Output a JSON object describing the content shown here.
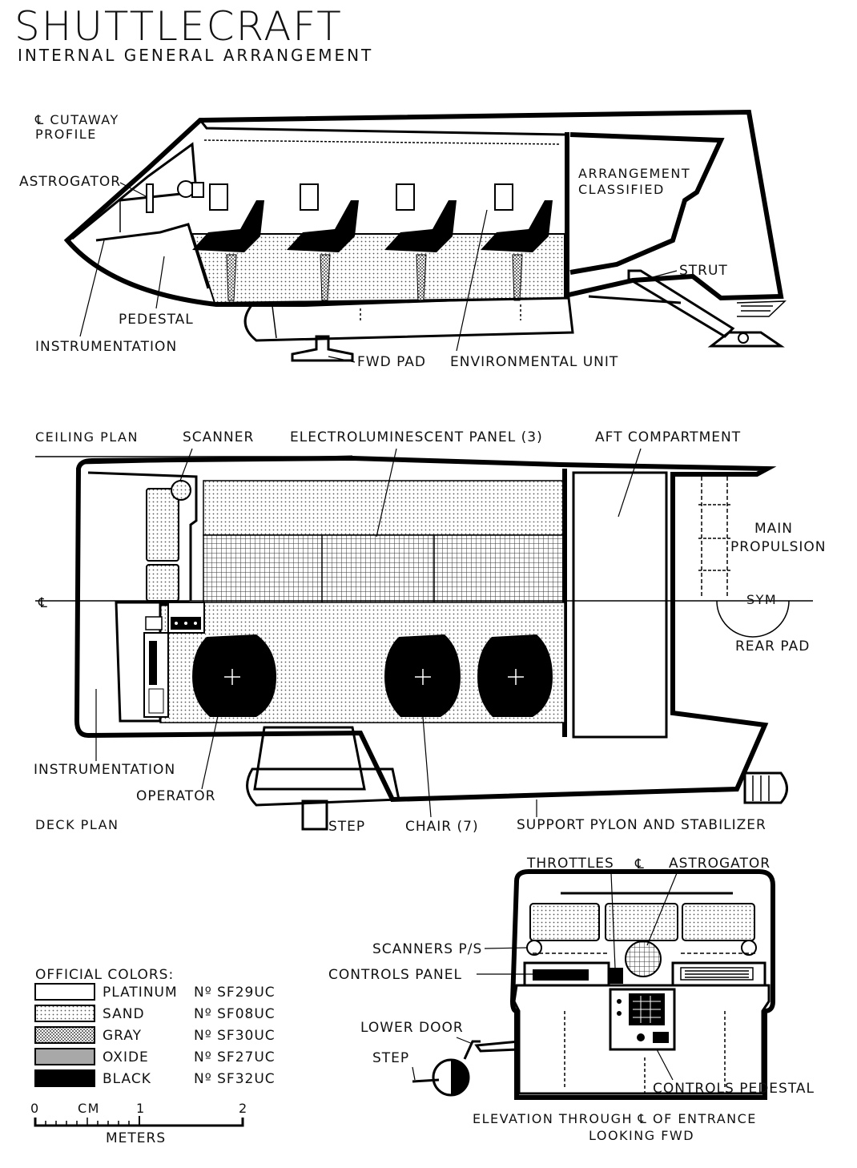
{
  "title": "SHUTTLECRAFT",
  "subtitle": "INTERNAL GENERAL ARRANGEMENT",
  "cutaway": {
    "heading_line1": "℄ CUTAWAY",
    "heading_line2": "PROFILE",
    "astrogator": "ASTROGATOR",
    "pedestal": "PEDESTAL",
    "instrumentation": "INSTRUMENTATION",
    "fwd_pad": "FWD PAD",
    "environmental_unit": "ENVIRONMENTAL UNIT",
    "strut": "STRUT",
    "arrangement_line1": "ARRANGEMENT",
    "arrangement_line2": "CLASSIFIED"
  },
  "plan": {
    "ceiling_plan": "CEILING PLAN",
    "scanner": "SCANNER",
    "electroluminescent_panel": "ELECTROLUMINESCENT PANEL (3)",
    "aft_compartment": "AFT COMPARTMENT",
    "main_propulsion_line1": "MAIN",
    "main_propulsion_line2": "PROPULSION",
    "centerline": "℄",
    "sym": "SYM",
    "rear_pad": "REAR PAD",
    "instrumentation": "INSTRUMENTATION",
    "operator": "OPERATOR",
    "deck_plan": "DECK PLAN",
    "step": "STEP",
    "chair": "CHAIR (7)",
    "support_pylon": "SUPPORT PYLON AND STABILIZER"
  },
  "elevation": {
    "throttles": "THROTTLES",
    "centerline": "℄",
    "astrogator": "ASTROGATOR",
    "scanners": "SCANNERS P/S",
    "controls_panel": "CONTROLS PANEL",
    "lower_door": "LOWER DOOR",
    "step": "STEP",
    "controls_pedestal": "CONTROLS PEDESTAL",
    "caption_line1": "ELEVATION THROUGH ℄ OF ENTRANCE",
    "caption_line2": "LOOKING FWD"
  },
  "colors": {
    "heading": "OFFICIAL COLORS:",
    "items": [
      {
        "name": "PLATINUM",
        "code": "Nº SF29UC",
        "swatch": "#ffffff"
      },
      {
        "name": "SAND",
        "code": "Nº SF08UC",
        "swatch": "#d8d8d8"
      },
      {
        "name": "GRAY",
        "code": "Nº SF30UC",
        "swatch": "#bdbdbd"
      },
      {
        "name": "OXIDE",
        "code": "Nº SF27UC",
        "swatch": "#a8a8a8"
      },
      {
        "name": "BLACK",
        "code": "Nº SF32UC",
        "swatch": "#000000"
      }
    ]
  },
  "scale": {
    "zero": "0",
    "cm": "CM",
    "one": "1",
    "two": "2",
    "meters": "METERS"
  }
}
